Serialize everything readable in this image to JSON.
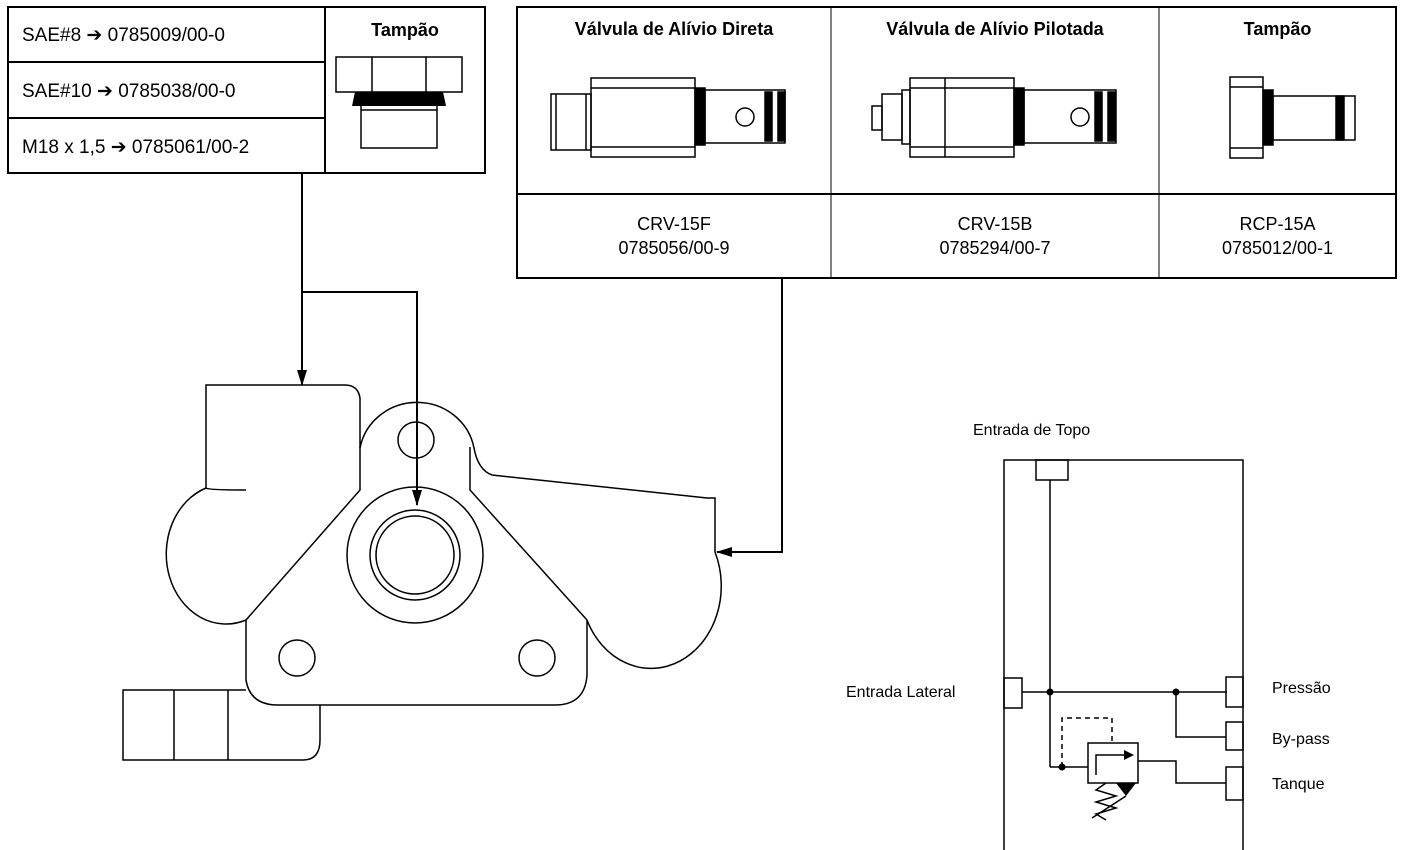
{
  "plug_table": {
    "rows": [
      "SAE#8 ➔ 0785009/00-0",
      "SAE#10 ➔ 0785038/00-0",
      "M18 x 1,5 ➔ 0785061/00-2"
    ],
    "header": "Tampão"
  },
  "valve_table": {
    "columns": [
      {
        "header": "Válvula de Alívio Direta",
        "model": "CRV-15F",
        "code": "0785056/00-9"
      },
      {
        "header": "Válvula de Alívio Pilotada",
        "model": "CRV-15B",
        "code": "0785294/00-7"
      },
      {
        "header": "Tampão",
        "model": "RCP-15A",
        "code": "0785012/00-1"
      }
    ]
  },
  "schematic": {
    "top_inlet": "Entrada de Topo",
    "side_inlet": "Entrada Lateral",
    "pressure": "Pressão",
    "bypass": "By-pass",
    "tank": "Tanque"
  }
}
